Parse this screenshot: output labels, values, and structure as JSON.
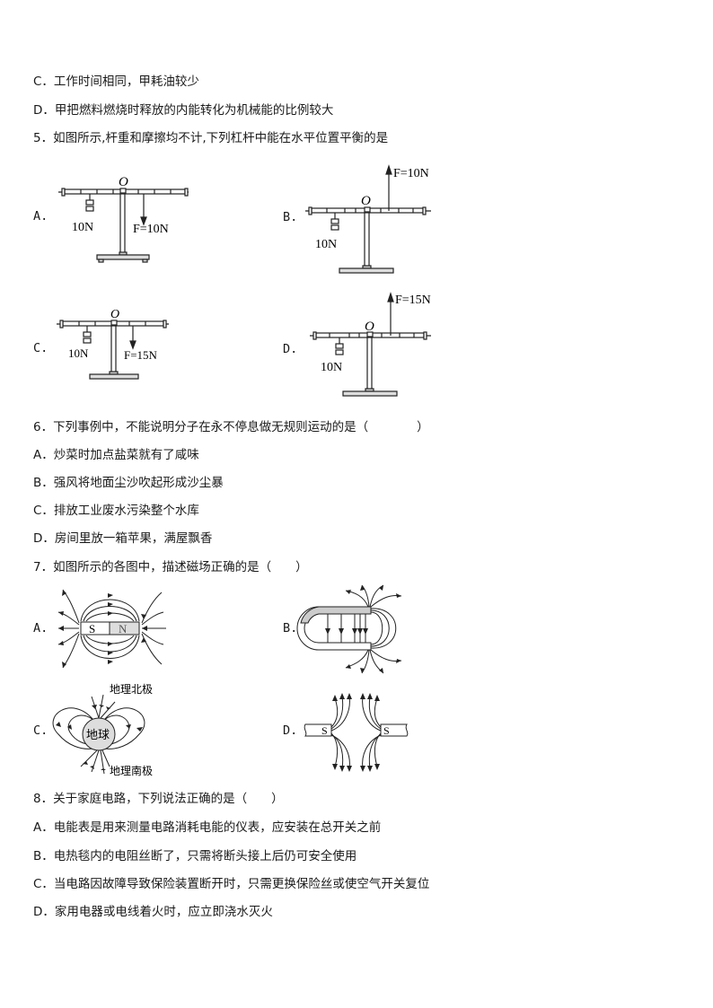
{
  "q4_tail": {
    "option_c": "C．工作时间相同，甲耗油较少",
    "option_d": "D．甲把燃料燃烧时释放的内能转化为机械能的比例较大"
  },
  "q5": {
    "stem": "5．如图所示,杆重和摩擦均不计,下列杠杆中能在水平位置平衡的是",
    "options": [
      {
        "label": "A.",
        "weight": "10N",
        "force": "F=10N",
        "force_dir": "down",
        "pivot": "O"
      },
      {
        "label": "B.",
        "weight": "10N",
        "force": "F=10N",
        "force_dir": "up",
        "pivot": "O"
      },
      {
        "label": "C.",
        "weight": "10N",
        "force": "F=15N",
        "force_dir": "down",
        "pivot": "O"
      },
      {
        "label": "D.",
        "weight": "10N",
        "force": "F=15N",
        "force_dir": "up",
        "pivot": "O"
      }
    ]
  },
  "q6": {
    "stem": "6．下列事例中，不能说明分子在永不停息做无规则运动的是（　　　　）",
    "options": [
      "A．炒菜时加点盐菜就有了咸味",
      "B．强风将地面尘沙吹起形成沙尘暴",
      "C．排放工业废水污染整个水库",
      "D．房间里放一箱苹果，满屋飘香"
    ]
  },
  "q7": {
    "stem": "7．如图所示的各图中，描述磁场正确的是（　　）",
    "options": [
      {
        "label": "A.",
        "pole_left": "S",
        "pole_right": "N"
      },
      {
        "label": "B."
      },
      {
        "label": "C.",
        "earth": "地球",
        "north_label": "地理北极",
        "south_label": "地理南极"
      },
      {
        "label": "D.",
        "pole_left": "S",
        "pole_right": "S"
      }
    ]
  },
  "q8": {
    "stem": "8．关于家庭电路，下列说法正确的是（　　）",
    "options": [
      "A．电能表是用来测量电路消耗电能的仪表，应安装在总开关之前",
      "B．电热毯内的电阻丝断了，只需将断头接上后仍可安全使用",
      "C．当电路因故障导致保险装置断开时，只需更换保险丝或使空气开关复位",
      "D．家用电器或电线着火时，应立即浇水灭火"
    ]
  }
}
